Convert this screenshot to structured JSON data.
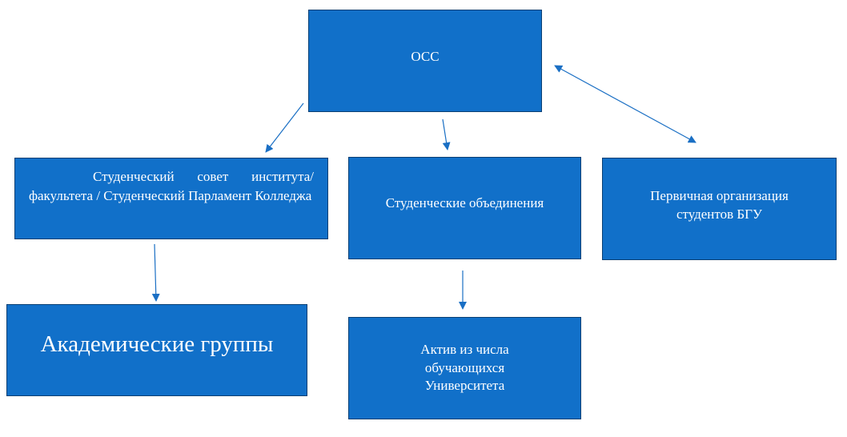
{
  "nodes": {
    "occ": "ОСС",
    "student_council": "Студенческий совет института/ факультета / Студенческий Парламент Колледжа",
    "student_associations": "Студенческие объединения",
    "primary_organization": "Первичная организация\nстудентов БГУ",
    "academic_groups": "Академические группы",
    "activists": "Актив из числа\nобучающихся\nУниверситета"
  },
  "edges": [
    {
      "from": "occ",
      "to": "student_council",
      "direction": "forward"
    },
    {
      "from": "occ",
      "to": "student_associations",
      "direction": "forward"
    },
    {
      "from": "occ",
      "to": "primary_organization",
      "direction": "both"
    },
    {
      "from": "student_council",
      "to": "academic_groups",
      "direction": "forward"
    },
    {
      "from": "student_associations",
      "to": "activists",
      "direction": "forward"
    }
  ],
  "colors": {
    "box_fill": "#1170c9",
    "box_border": "#0a3f73",
    "arrow": "#1a6fc4",
    "text": "#ffffff"
  }
}
